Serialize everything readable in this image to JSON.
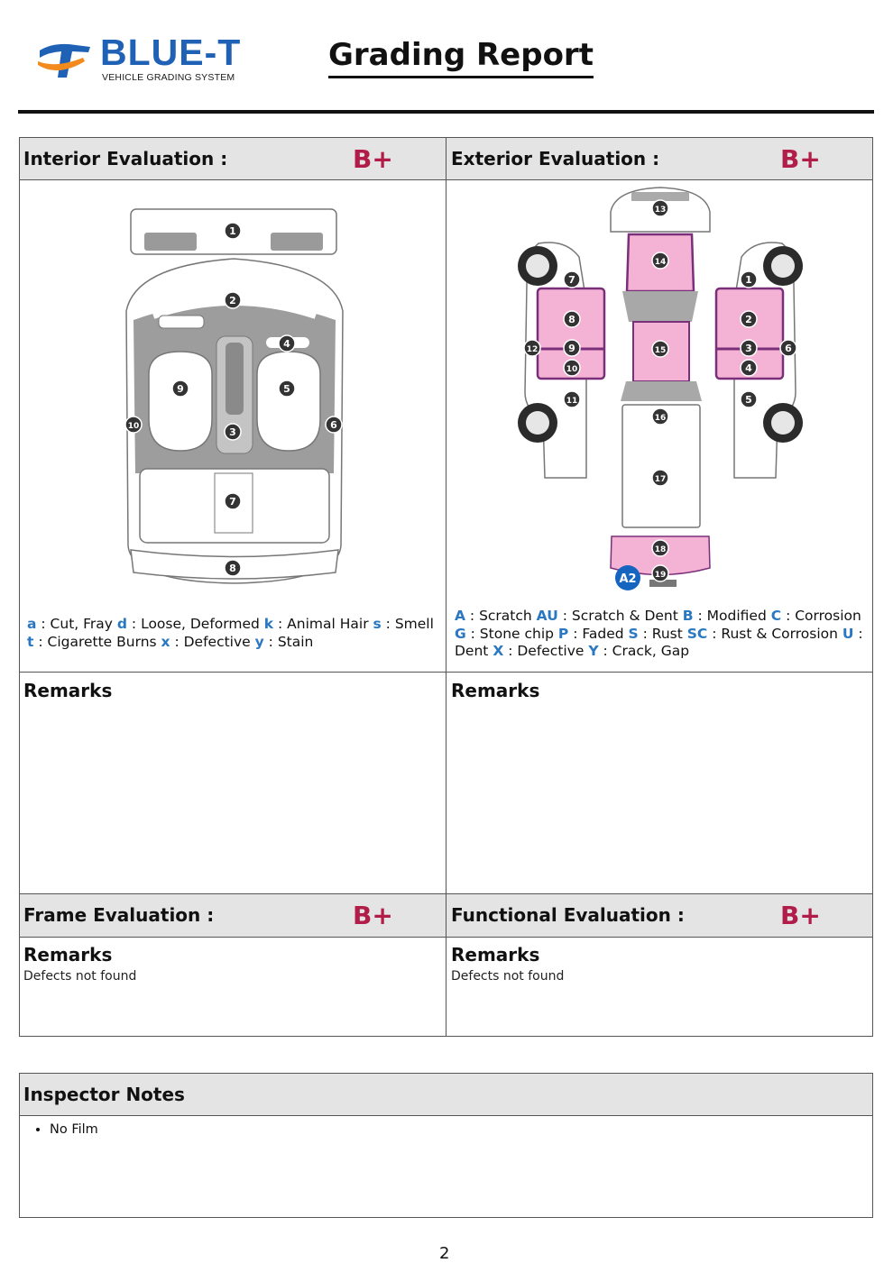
{
  "header": {
    "logo_name": "BLUE-T",
    "logo_tagline": "VEHICLE GRADING SYSTEM",
    "title": "Grading Report"
  },
  "interior": {
    "label": "Interior Evaluation :",
    "grade": "B+",
    "points": [
      "1",
      "2",
      "3",
      "4",
      "5",
      "6",
      "7",
      "8",
      "9",
      "10"
    ],
    "legend": [
      {
        "code": "a",
        "text": " : Cut, Fray "
      },
      {
        "code": "d",
        "text": " : Loose, Deformed "
      },
      {
        "code": "k",
        "text": " : Animal Hair "
      },
      {
        "code": "s",
        "text": " : Smell "
      },
      {
        "code": "t",
        "text": " : Cigarette Burns "
      },
      {
        "code": "x",
        "text": " : Defective "
      },
      {
        "code": "y",
        "text": " : Stain"
      }
    ]
  },
  "exterior": {
    "label": "Exterior Evaluation :",
    "grade": "B+",
    "points": [
      "1",
      "2",
      "3",
      "4",
      "5",
      "6",
      "7",
      "8",
      "9",
      "10",
      "11",
      "12",
      "13",
      "14",
      "15",
      "16",
      "17",
      "18",
      "19"
    ],
    "damage_tag": "A2",
    "legend": [
      {
        "code": "A",
        "text": " : Scratch "
      },
      {
        "code": "AU",
        "text": " : Scratch & Dent "
      },
      {
        "code": "B",
        "text": " : Modified "
      },
      {
        "code": "C",
        "text": " : Corrosion "
      },
      {
        "code": "G",
        "text": " : Stone chip "
      },
      {
        "code": "P",
        "text": " : Faded "
      },
      {
        "code": "S",
        "text": " : Rust "
      },
      {
        "code": "SC",
        "text": " : Rust & Corrosion "
      },
      {
        "code": "U",
        "text": " : Dent "
      },
      {
        "code": "X",
        "text": " : Defective "
      },
      {
        "code": "Y",
        "text": " : Crack, Gap"
      }
    ]
  },
  "interior_remarks": {
    "label": "Remarks"
  },
  "exterior_remarks": {
    "label": "Remarks"
  },
  "frame": {
    "label": "Frame Evaluation :",
    "grade": "B+",
    "remarks_label": "Remarks",
    "remarks_text": "Defects not found"
  },
  "functional": {
    "label": "Functional Evaluation :",
    "grade": "B+",
    "remarks_label": "Remarks",
    "remarks_text": "Defects not found"
  },
  "inspector_notes": {
    "label": "Inspector Notes",
    "items": [
      "No Film"
    ]
  },
  "page_number": "2",
  "colors": {
    "brand_blue": "#1f62b5",
    "grade_red": "#b11c48",
    "legend_blue": "#2a78c2",
    "damage_pink": "#f3b3d4",
    "damage_purple": "#7a2f7a",
    "tag_blue": "#1565c0"
  }
}
